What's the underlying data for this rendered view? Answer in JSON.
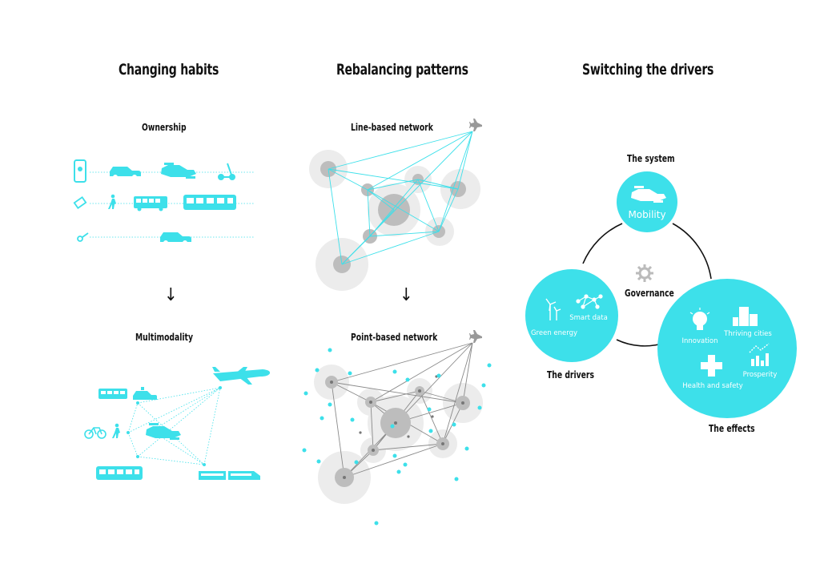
{
  "columns": {
    "habits": {
      "title": "Changing habits",
      "top_label": "Ownership",
      "bottom_label": "Multimodality"
    },
    "patterns": {
      "title": "Rebalancing patterns",
      "top_label": "Line-based network",
      "bottom_label": "Point-based network"
    },
    "drivers": {
      "title": "Switching the drivers",
      "system_label": "The system",
      "system_circle": "Mobility",
      "center_label": "Governance",
      "drivers_label": "The drivers",
      "drivers_items": [
        "Green energy",
        "Smart data"
      ],
      "effects_label": "The effects",
      "effects_items": [
        "Innovation",
        "Thriving cities",
        "Health and safety",
        "Prosperity"
      ]
    }
  },
  "colors": {
    "accent": "#3de0ea",
    "node_grey": "#bdbdbd",
    "halo_grey": "#ececec",
    "ink": "#111111"
  },
  "icons": [
    "phone-icon",
    "car-icon",
    "flying-car-icon",
    "scooter-icon",
    "ticket-icon",
    "pedestrian-icon",
    "bus-icon",
    "tram-icon",
    "key-icon",
    "airplane-icon",
    "bicycle-icon",
    "train-icon",
    "wind-turbine-icon",
    "network-icon",
    "gear-icon",
    "lightbulb-icon",
    "buildings-icon",
    "cross-icon",
    "chart-icon"
  ]
}
